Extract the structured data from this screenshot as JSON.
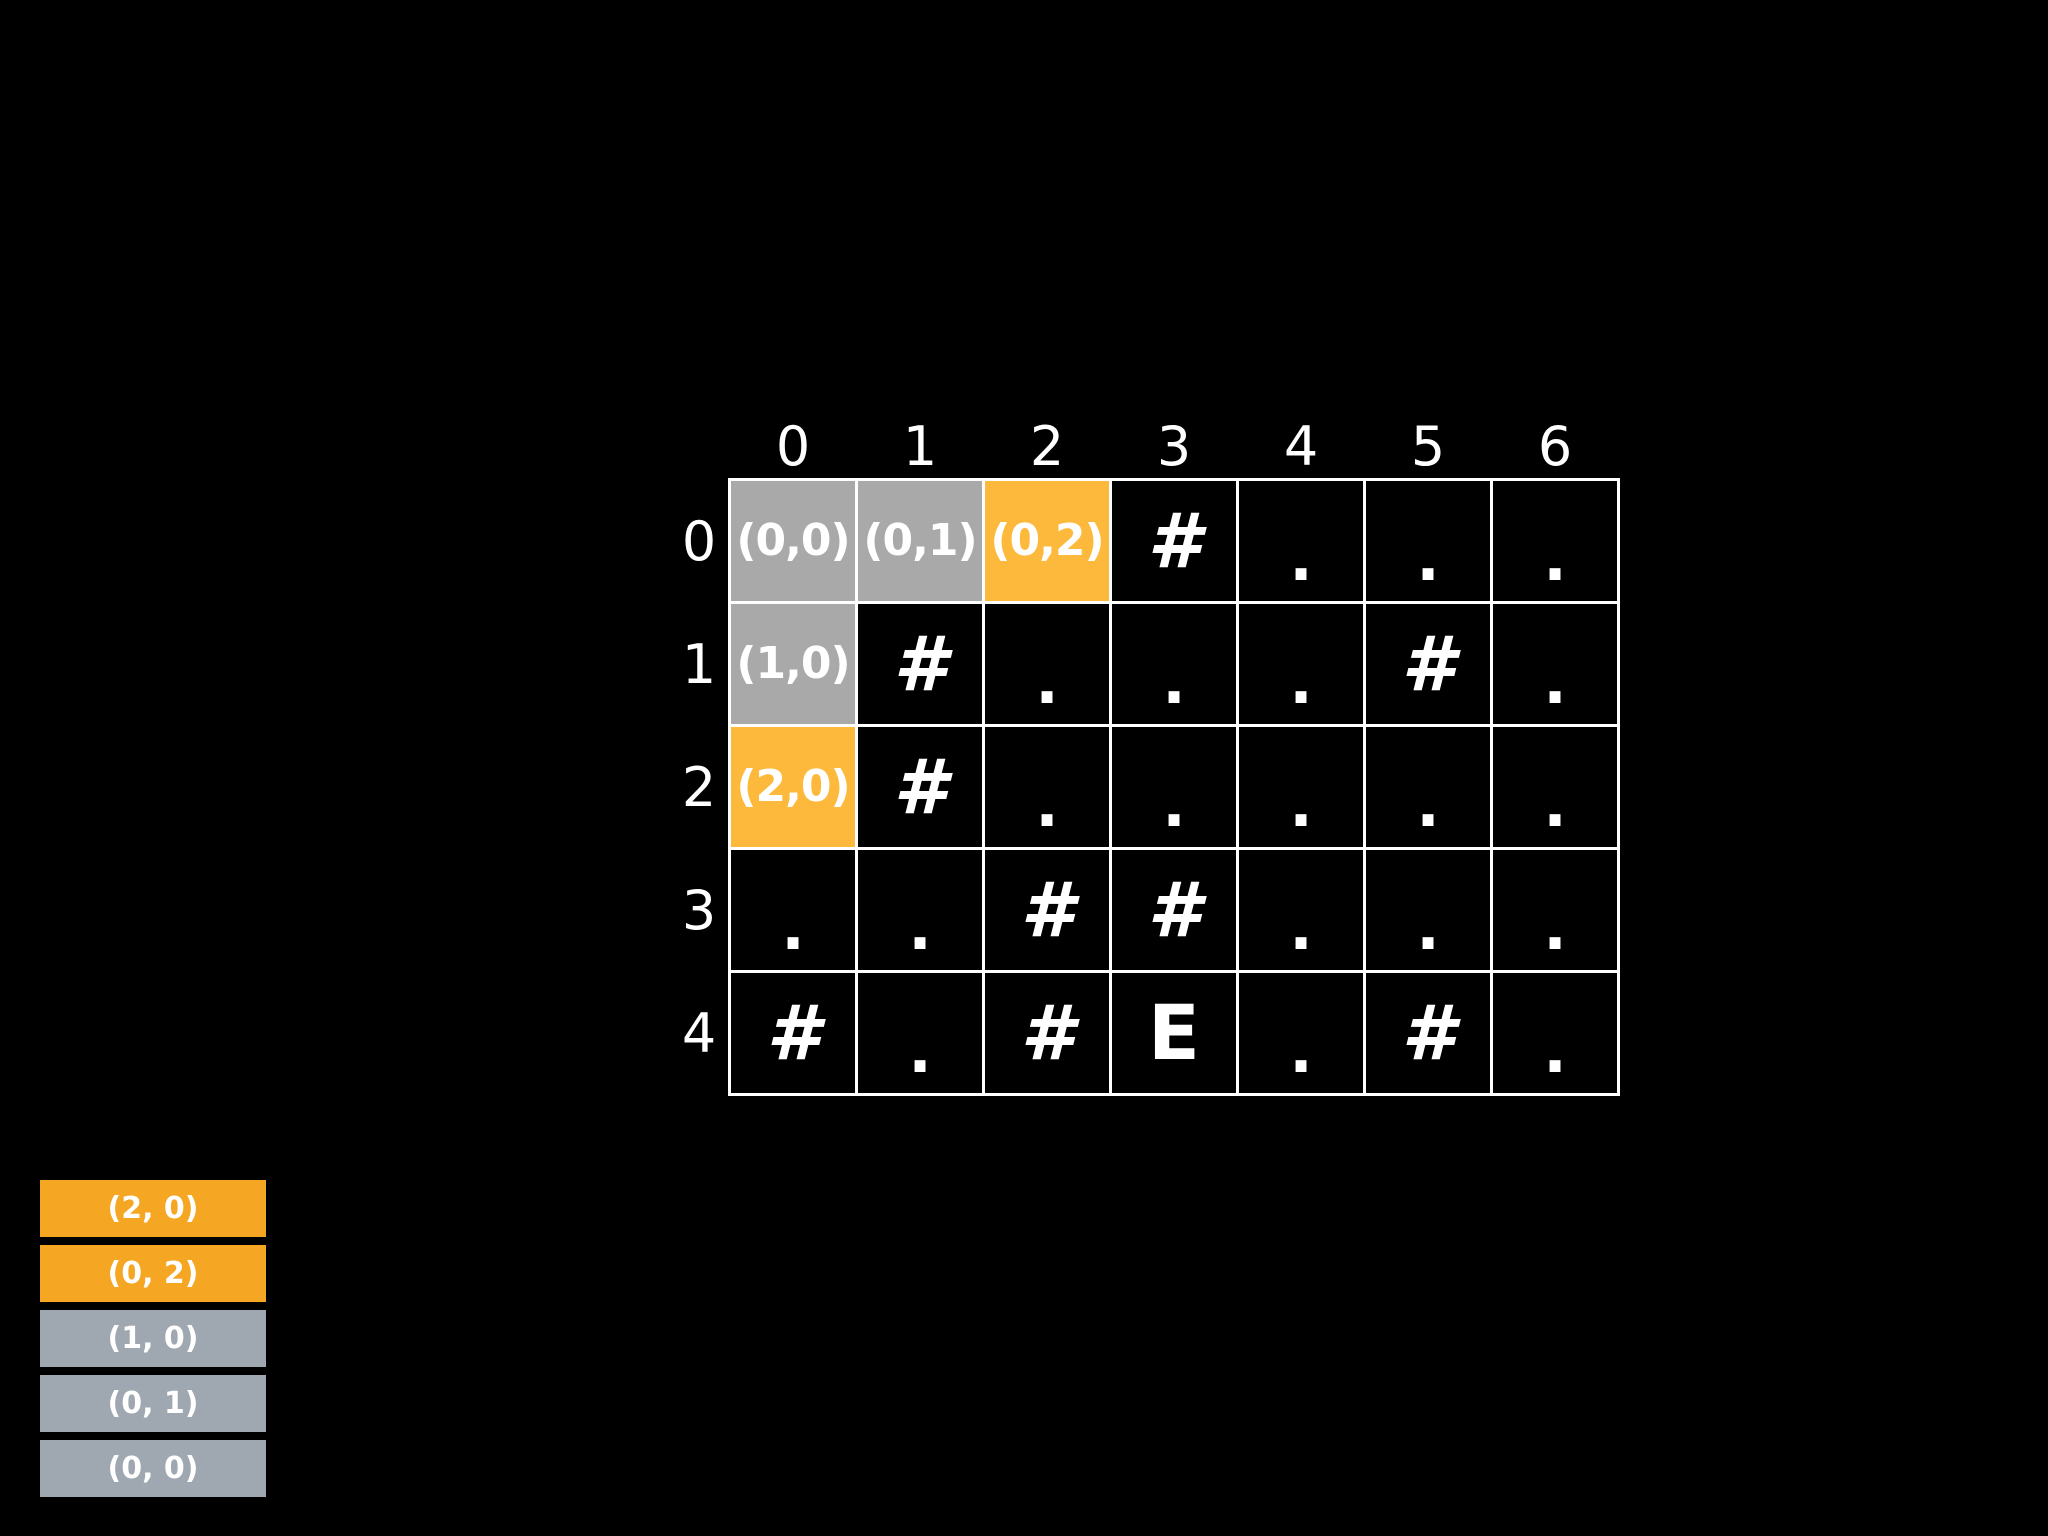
{
  "legend": {
    "colors": {
      "visited": "#a9a9a9",
      "frontier": "#fdb93c",
      "stack_frontier": "#f5a623",
      "stack_visited": "#9fa8b0",
      "background": "#000000",
      "grid_line": "#ffffff",
      "text": "#ffffff"
    }
  },
  "grid": {
    "rows": 5,
    "cols": 7,
    "col_headers": [
      "0",
      "1",
      "2",
      "3",
      "4",
      "5",
      "6"
    ],
    "row_headers": [
      "0",
      "1",
      "2",
      "3",
      "4"
    ],
    "cells": [
      [
        {
          "text": "(0,0)",
          "kind": "coord",
          "state": "visited"
        },
        {
          "text": "(0,1)",
          "kind": "coord",
          "state": "visited"
        },
        {
          "text": "(0,2)",
          "kind": "coord",
          "state": "frontier"
        },
        {
          "text": "#",
          "kind": "wall",
          "state": "plain"
        },
        {
          "text": ".",
          "kind": "open",
          "state": "plain"
        },
        {
          "text": ".",
          "kind": "open",
          "state": "plain"
        },
        {
          "text": ".",
          "kind": "open",
          "state": "plain"
        }
      ],
      [
        {
          "text": "(1,0)",
          "kind": "coord",
          "state": "visited"
        },
        {
          "text": "#",
          "kind": "wall",
          "state": "plain"
        },
        {
          "text": ".",
          "kind": "open",
          "state": "plain"
        },
        {
          "text": ".",
          "kind": "open",
          "state": "plain"
        },
        {
          "text": ".",
          "kind": "open",
          "state": "plain"
        },
        {
          "text": "#",
          "kind": "wall",
          "state": "plain"
        },
        {
          "text": ".",
          "kind": "open",
          "state": "plain"
        }
      ],
      [
        {
          "text": "(2,0)",
          "kind": "coord",
          "state": "frontier"
        },
        {
          "text": "#",
          "kind": "wall",
          "state": "plain"
        },
        {
          "text": ".",
          "kind": "open",
          "state": "plain"
        },
        {
          "text": ".",
          "kind": "open",
          "state": "plain"
        },
        {
          "text": ".",
          "kind": "open",
          "state": "plain"
        },
        {
          "text": ".",
          "kind": "open",
          "state": "plain"
        },
        {
          "text": ".",
          "kind": "open",
          "state": "plain"
        }
      ],
      [
        {
          "text": ".",
          "kind": "open",
          "state": "plain"
        },
        {
          "text": ".",
          "kind": "open",
          "state": "plain"
        },
        {
          "text": "#",
          "kind": "wall",
          "state": "plain"
        },
        {
          "text": "#",
          "kind": "wall",
          "state": "plain"
        },
        {
          "text": ".",
          "kind": "open",
          "state": "plain"
        },
        {
          "text": ".",
          "kind": "open",
          "state": "plain"
        },
        {
          "text": ".",
          "kind": "open",
          "state": "plain"
        }
      ],
      [
        {
          "text": "#",
          "kind": "wall",
          "state": "plain"
        },
        {
          "text": ".",
          "kind": "open",
          "state": "plain"
        },
        {
          "text": "#",
          "kind": "wall",
          "state": "plain"
        },
        {
          "text": "E",
          "kind": "exit",
          "state": "plain"
        },
        {
          "text": ".",
          "kind": "open",
          "state": "plain"
        },
        {
          "text": "#",
          "kind": "wall",
          "state": "plain"
        },
        {
          "text": ".",
          "kind": "open",
          "state": "plain"
        }
      ]
    ]
  },
  "stack": {
    "items": [
      {
        "label": "(2, 0)",
        "state": "frontier"
      },
      {
        "label": "(0, 2)",
        "state": "frontier"
      },
      {
        "label": "(1, 0)",
        "state": "visited"
      },
      {
        "label": "(0, 1)",
        "state": "visited"
      },
      {
        "label": "(0, 0)",
        "state": "visited"
      }
    ]
  }
}
